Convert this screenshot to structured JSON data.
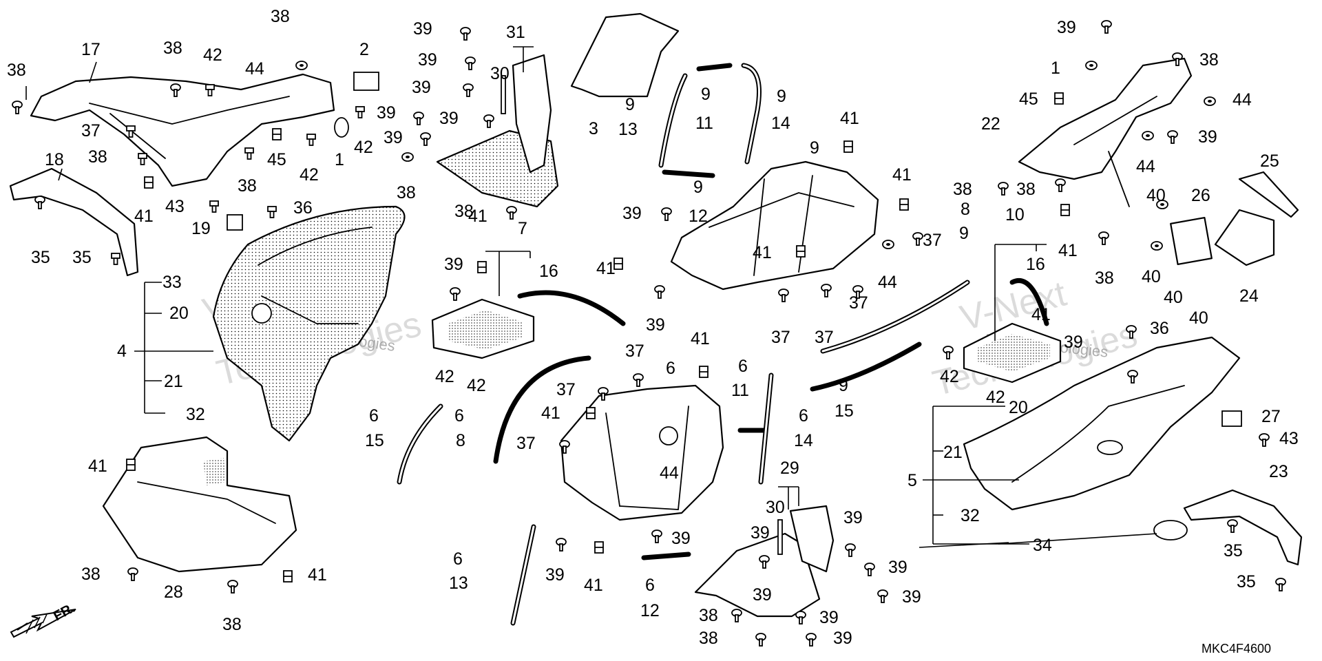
{
  "diagram_code": "MKC4F4600",
  "direction_label": "FR.",
  "watermark": {
    "brand": "Next Technologies",
    "lines": [
      "V-Next",
      "Technologies"
    ]
  },
  "callouts": {
    "c1": "38",
    "c2": "17",
    "c3": "38",
    "c4": "38",
    "c5": "42",
    "c6": "2",
    "c7": "44",
    "c8": "42",
    "c9": "1",
    "c10": "37",
    "c11": "38",
    "c12": "45",
    "c13": "42",
    "c14": "38",
    "c15": "18",
    "c16": "41",
    "c17": "43",
    "c18": "36",
    "c19": "19",
    "c20": "35",
    "c21": "35",
    "c22": "33",
    "c23": "20",
    "c24": "4",
    "c25": "21",
    "c26": "32",
    "c27": "39",
    "c28": "39",
    "c29": "39",
    "c30": "39",
    "c31": "39",
    "c32": "39",
    "c33": "31",
    "c34": "30",
    "c35": "38",
    "c36": "38",
    "c37": "7",
    "c38": "3",
    "c39": "41",
    "c40": "39",
    "c41": "16",
    "c42": "42",
    "c43": "42",
    "c44": "9",
    "c45": "13",
    "c46": "9",
    "c47": "11",
    "c48": "9",
    "c49": "14",
    "c50": "9",
    "c51": "12",
    "c52": "39",
    "c53": "41",
    "c54": "39",
    "c55": "9",
    "c56": "41",
    "c57": "41",
    "c58": "37",
    "c59": "41",
    "c60": "44",
    "c61": "37",
    "c62": "37",
    "c63": "37",
    "c64": "6",
    "c65": "15",
    "c66": "6",
    "c67": "8",
    "c68": "37",
    "c69": "41",
    "c70": "37",
    "c71": "37",
    "c72": "6",
    "c73": "41",
    "c74": "44",
    "c75": "6",
    "c76": "11",
    "c77": "6",
    "c78": "14",
    "c79": "39",
    "c80": "39",
    "c81": "41",
    "c82": "6",
    "c83": "13",
    "c84": "6",
    "c85": "12",
    "c86": "29",
    "c87": "30",
    "c88": "39",
    "c89": "39",
    "c90": "39",
    "c91": "39",
    "c92": "39",
    "c93": "38",
    "c94": "39",
    "c95": "38",
    "c96": "39",
    "c97": "41",
    "c98": "38",
    "c99": "28",
    "c100": "38",
    "c101": "41",
    "c102": "8",
    "c103": "9",
    "c104": "9",
    "c105": "15",
    "c106": "10",
    "c107": "16",
    "c108": "41",
    "c109": "39",
    "c110": "42",
    "c111": "42",
    "c112": "36",
    "c113": "39",
    "c114": "38",
    "c115": "1",
    "c116": "45",
    "c117": "44",
    "c118": "22",
    "c119": "39",
    "c120": "44",
    "c121": "38",
    "c122": "38",
    "c123": "41",
    "c124": "38",
    "c125": "25",
    "c126": "40",
    "c127": "26",
    "c128": "40",
    "c129": "40",
    "c130": "24",
    "c131": "40",
    "c132": "20",
    "c133": "21",
    "c134": "5",
    "c135": "32",
    "c136": "34",
    "c137": "27",
    "c138": "43",
    "c139": "23",
    "c140": "35",
    "c141": "35"
  },
  "icons": {
    "direction_arrow": "arrow-down-left-icon",
    "fastener": "bolt-icon",
    "clip": "clip-nut-icon",
    "grommet": "grommet-icon"
  },
  "colors": {
    "ink": "#000000",
    "paper": "#ffffff",
    "watermark": "#bfbfbf"
  }
}
